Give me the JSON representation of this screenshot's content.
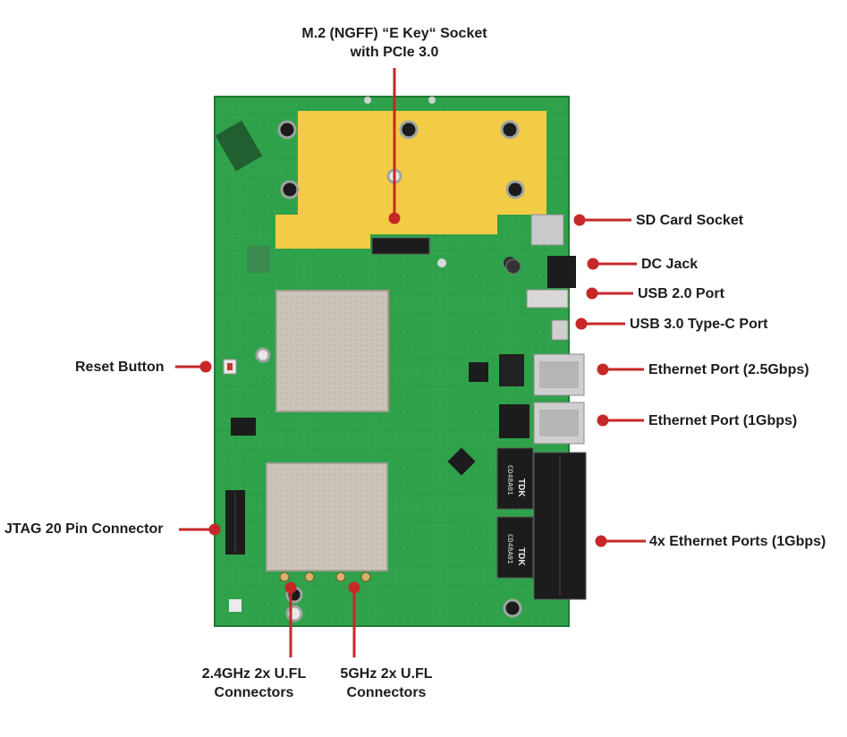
{
  "colors": {
    "pcb": "#2fa14a",
    "pcb_dark": "#1f7a35",
    "keepout": "#f3cc45",
    "shield": "#c9c3b8",
    "metal": "#bfc3c6",
    "chip": "#1c1c1c",
    "callout": "#c62828",
    "text": "#1c1c1c"
  },
  "labels": {
    "m2_line1": "M.2 (NGFF) “E Key“ Socket",
    "m2_line2": "with PCIe 3.0",
    "sd_card": "SD Card Socket",
    "dc_jack": "DC Jack",
    "usb2": "USB 2.0 Port",
    "usb3": "USB 3.0 Type-C Port",
    "eth_25g": "Ethernet Port (2.5Gbps)",
    "eth_1g": "Ethernet Port (1Gbps)",
    "eth_4x": "4x Ethernet Ports (1Gbps)",
    "reset": "Reset Button",
    "jtag": "JTAG 20 Pin Connector",
    "ufl_24_line1": "2.4GHz 2x U.FL",
    "ufl_24_line2": "Connectors",
    "ufl_5_line1": "5GHz 2x U.FL",
    "ufl_5_line2": "Connectors"
  },
  "board_text": {
    "magnetics_brand_1": "TDK",
    "magnetics_code_1": "CD48A01",
    "magnetics_brand_2": "TDK",
    "magnetics_code_2": "CD48A01"
  }
}
